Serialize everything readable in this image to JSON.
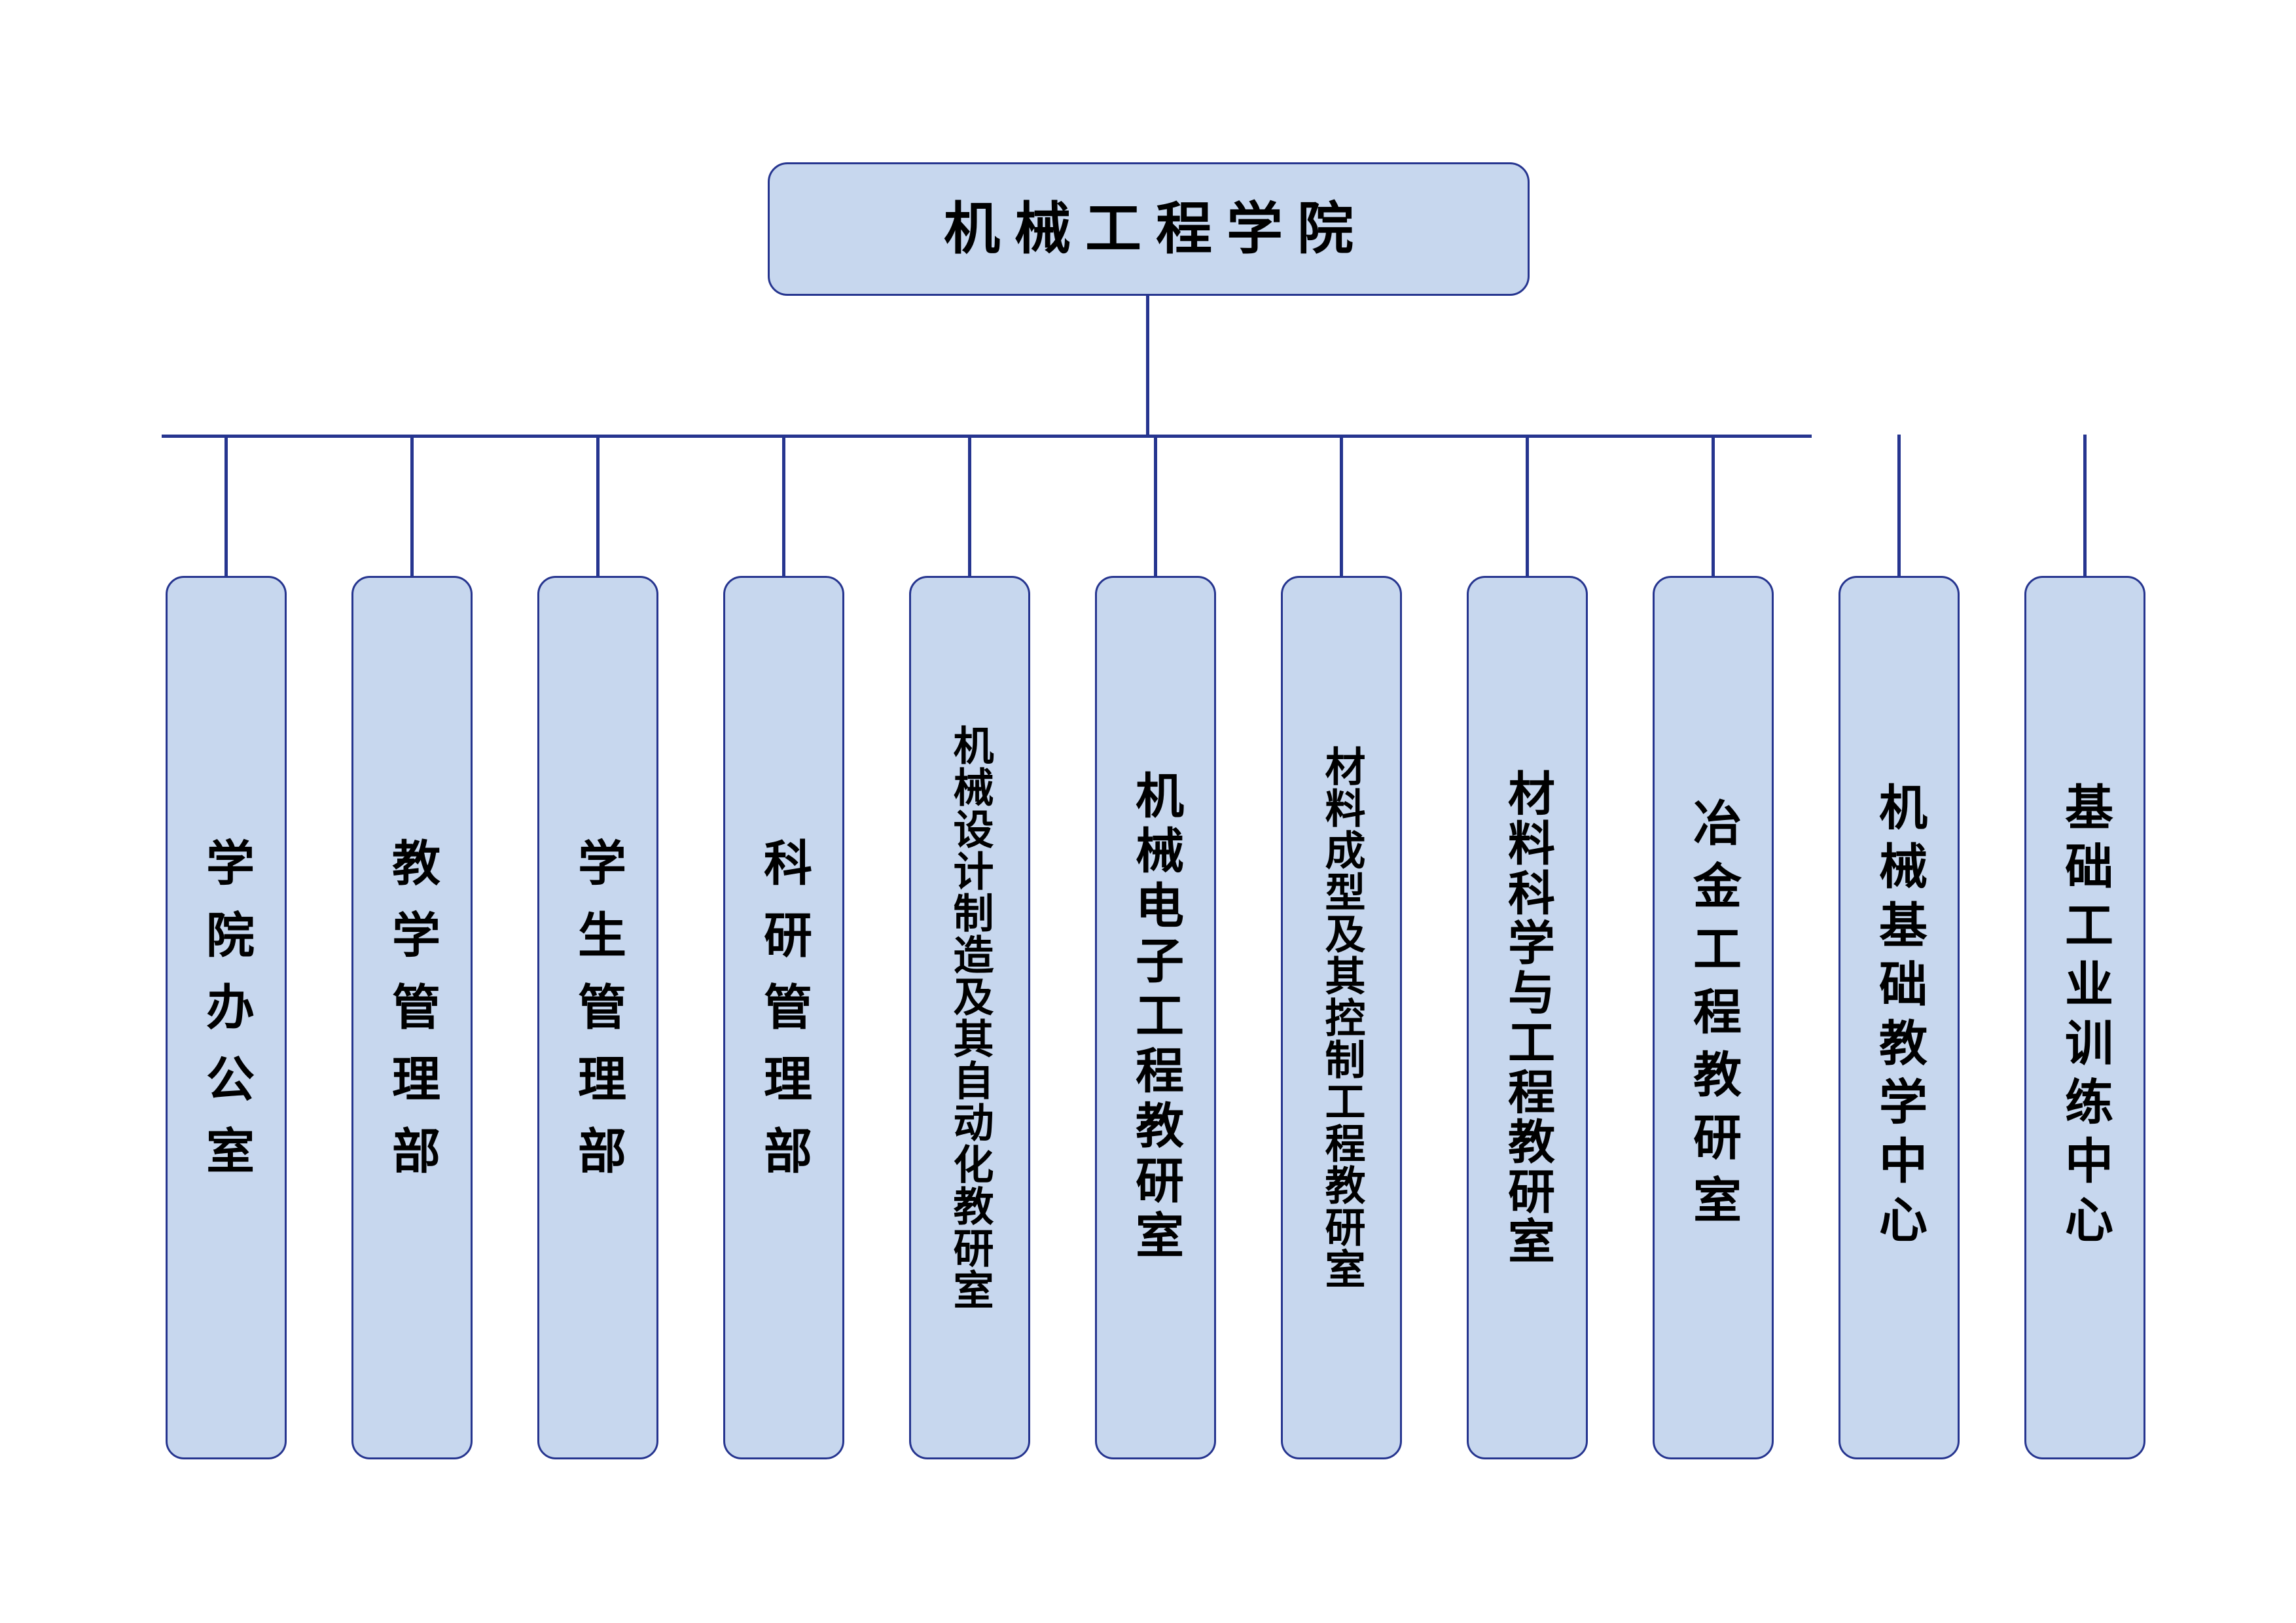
{
  "diagram": {
    "type": "organization-chart",
    "orientation": "top-down",
    "colors": {
      "node_fill": "#c7d7ee",
      "node_border": "#26358f",
      "connector": "#26358f",
      "text": "#000000",
      "background": "#ffffff"
    },
    "root": {
      "label": "机械工程学院",
      "text_direction": "horizontal"
    },
    "children_text_direction": "vertical",
    "children": [
      {
        "label": "学院办公室",
        "char_count": 5
      },
      {
        "label": "教学管理部",
        "char_count": 5
      },
      {
        "label": "学生管理部",
        "char_count": 5
      },
      {
        "label": "科研管理部",
        "char_count": 5
      },
      {
        "label": "机械设计制造及其自动化教研室",
        "char_count": 13
      },
      {
        "label": "机械电子工程教研室",
        "char_count": 9
      },
      {
        "label": "材料成型及其控制工程教研室",
        "char_count": 13
      },
      {
        "label": "材料科学与工程教研室",
        "char_count": 10
      },
      {
        "label": "冶金工程教研室",
        "char_count": 7
      },
      {
        "label": "机械基础教学中心",
        "char_count": 8
      },
      {
        "label": "基础工业训练中心",
        "char_count": 8
      }
    ]
  }
}
